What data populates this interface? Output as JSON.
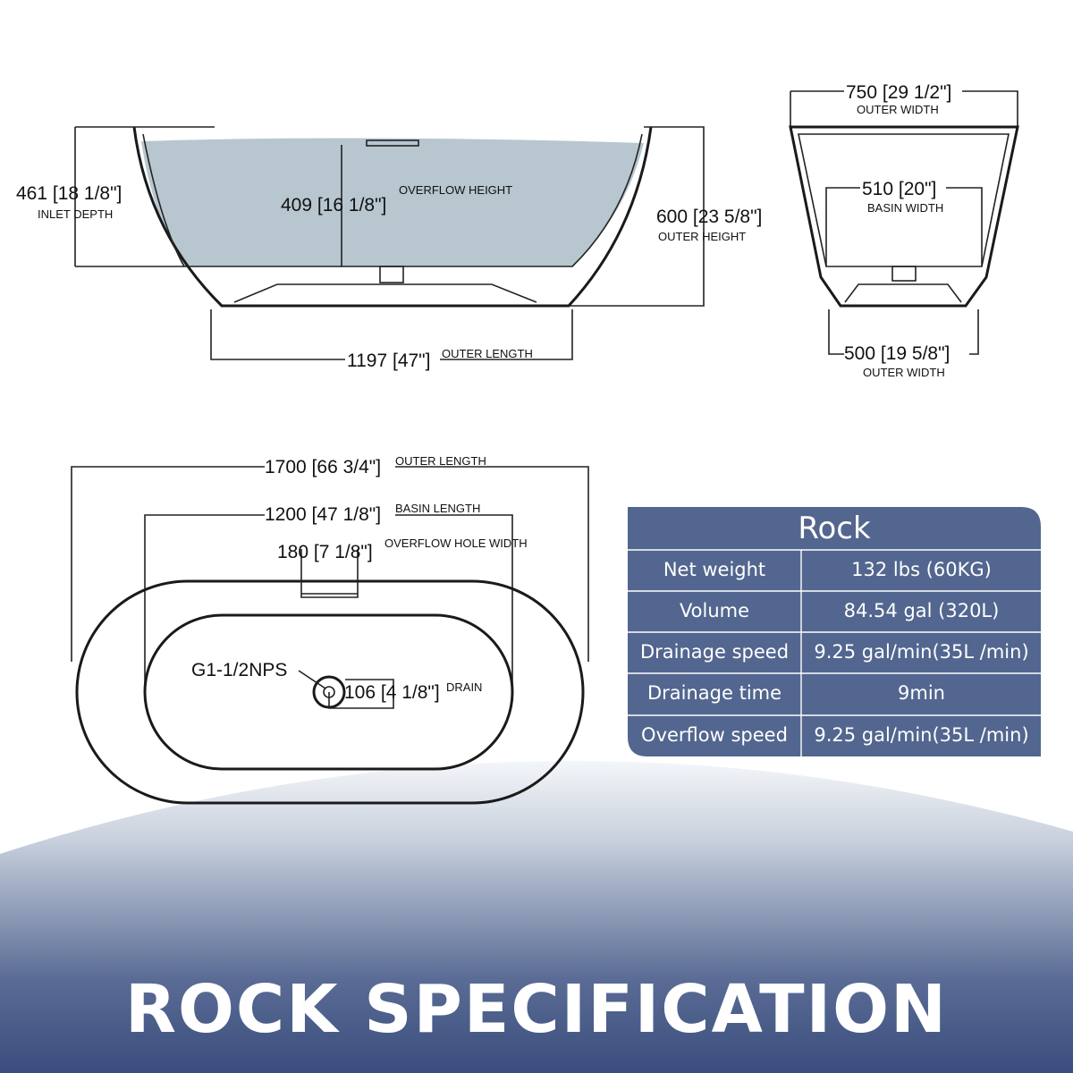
{
  "colors": {
    "water": "#b7c6cf",
    "table_bg": "#52668f",
    "table_line": "#ffffff",
    "band_top": "#dfe4ec",
    "band_bottom": "#3f5384"
  },
  "side_view": {
    "inlet_depth": {
      "value": "461 [18 1/8\"]",
      "caption": "INLET DEPTH"
    },
    "overflow_height": {
      "value": "409 [16 1/8\"]",
      "caption": "OVERFLOW HEIGHT"
    },
    "outer_height": {
      "value": "600 [23 5/8\"]",
      "caption": "OUTER HEIGHT"
    },
    "outer_length": {
      "value": "1197 [47\"]",
      "caption": "OUTER LENGTH"
    }
  },
  "end_view": {
    "outer_width_top": {
      "value": "750 [29 1/2\"]",
      "caption": "OUTER WIDTH"
    },
    "basin_width": {
      "value": "510 [20\"]",
      "caption": "BASIN WIDTH"
    },
    "outer_width_bottom": {
      "value": "500 [19 5/8\"]",
      "caption": "OUTER WIDTH"
    }
  },
  "top_view": {
    "outer_length": {
      "value": "1700 [66 3/4\"]",
      "caption": "OUTER LENGTH"
    },
    "basin_length": {
      "value": "1200 [47 1/8\"]",
      "caption": "BASIN LENGTH"
    },
    "overflow_hole_width": {
      "value": "180 [7 1/8\"]",
      "caption": "OVERFLOW HOLE WIDTH"
    },
    "drain": {
      "thread": "G1-1/2NPS",
      "value": "106 [4 1/8\"]",
      "caption": "DRAIN"
    }
  },
  "spec_table": {
    "title": "Rock",
    "rows": [
      {
        "label": "Net weight",
        "value": "132 lbs (60KG)"
      },
      {
        "label": "Volume",
        "value": "84.54 gal (320L)"
      },
      {
        "label": "Drainage speed",
        "value": "9.25 gal/min(35L /min)"
      },
      {
        "label": "Drainage time",
        "value": "9min"
      },
      {
        "label": "Overflow speed",
        "value": "9.25 gal/min(35L /min)"
      }
    ]
  },
  "footer": {
    "title": "ROCK SPECIFICATION"
  }
}
